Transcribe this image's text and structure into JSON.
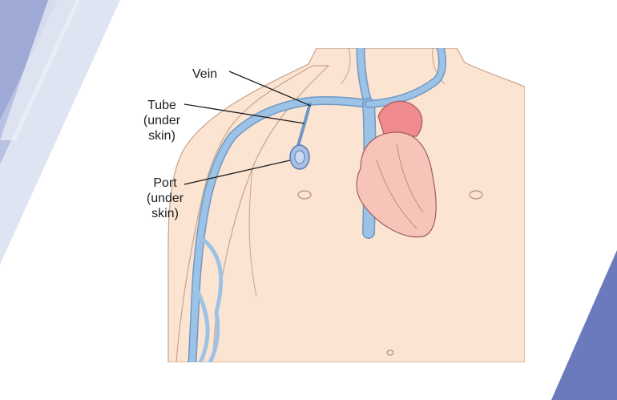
{
  "diagram": {
    "labels": {
      "vein": "Vein",
      "tube": [
        "Tube",
        "(under",
        "skin)"
      ],
      "port": [
        "Port",
        "(under",
        "skin)"
      ]
    }
  },
  "colors": {
    "background": "#ffffff",
    "deco_light": "#dfe4f2",
    "deco_mid": "#b9c2e2",
    "deco_dark": "#6a7abc",
    "skin": "#fbe4d2",
    "skin_outline": "#c8a48c",
    "vein": "#9cc3e6",
    "vein_outline": "#6f98c6",
    "heart": "#f6c4b8",
    "heart_top": "#ef8b8f",
    "port": "#a9bfe3"
  }
}
